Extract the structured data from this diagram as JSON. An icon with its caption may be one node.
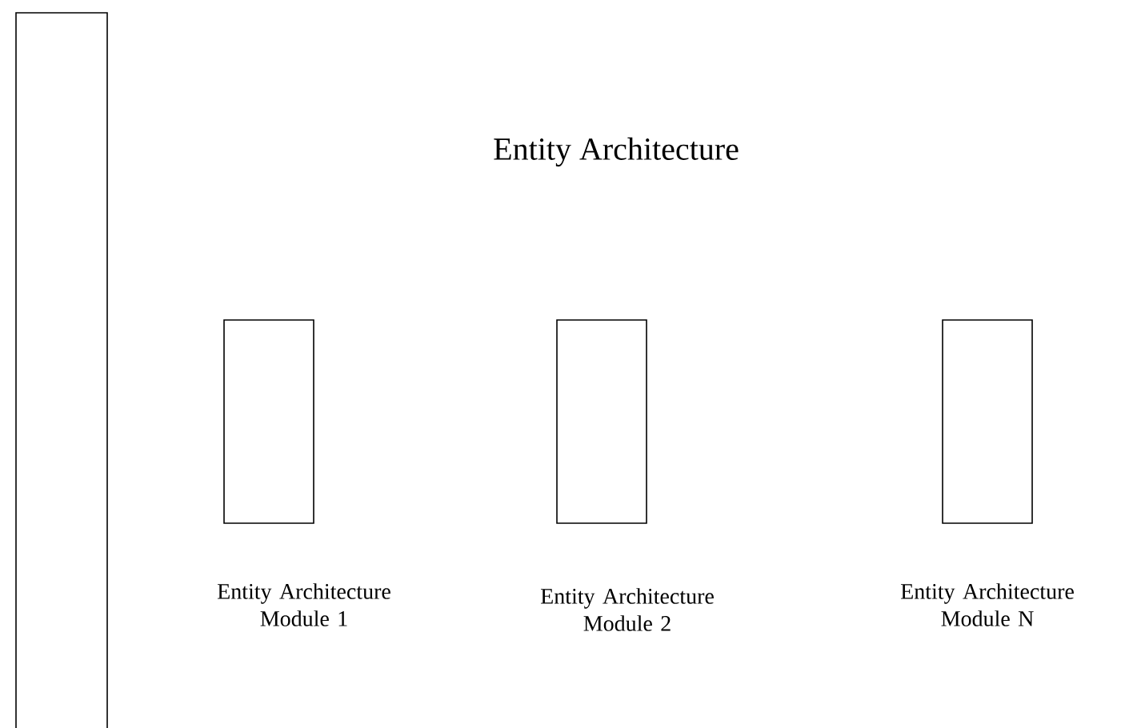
{
  "diagram": {
    "title": "Entity Architecture",
    "nodes": [
      {
        "text": [],
        "shape": "box"
      },
      {
        "text": [],
        "shape": "box",
        "beside": [
          "Entity Architecture Module 1"
        ]
      },
      {
        "text": [],
        "shape": "box",
        "beside": [
          "Entity Architecture Module 2"
        ]
      },
      {
        "text": [],
        "shape": "box",
        "beside": [
          "Entity Architecture Module N"
        ]
      }
    ]
  }
}
